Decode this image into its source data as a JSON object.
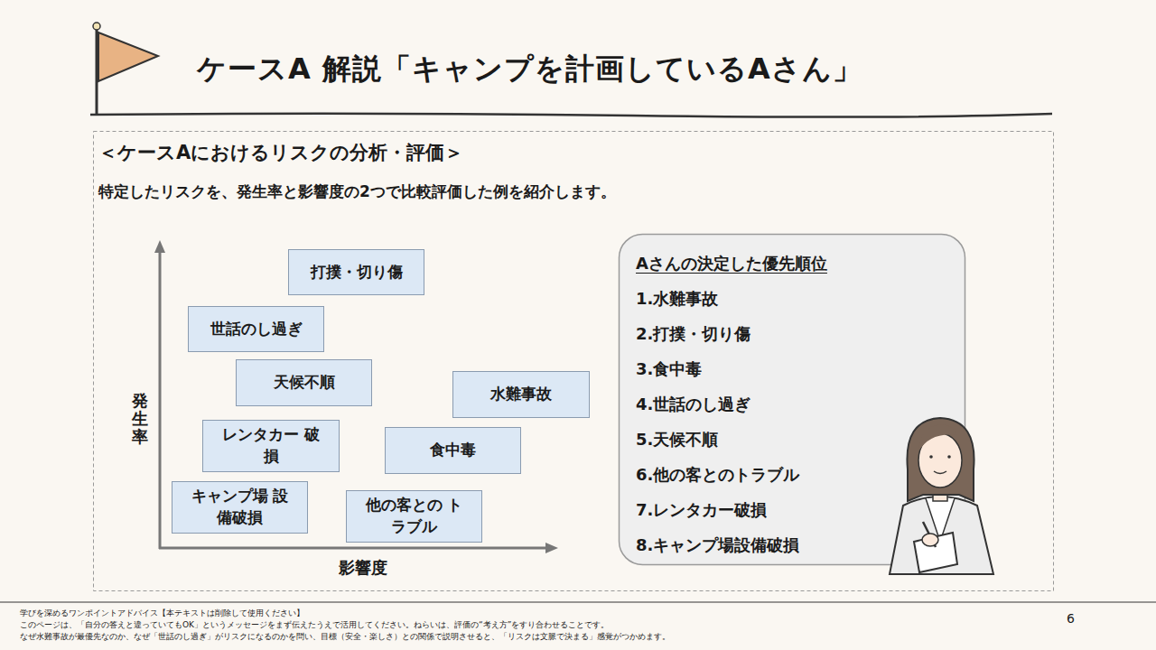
{
  "diagram": {
    "title": "ケースA 解説「キャンプを計画しているAさん」",
    "nodes": [
      {
        "text": [
          "＜ケースAにおけるリスクの分析・評価＞",
          "特定したリスクを、発生率と影響度の2つで比較評価した例を紹介します。"
        ]
      },
      {
        "text": [
          "打撲・切り傷"
        ],
        "in": 0
      },
      {
        "text": [
          "世話のし過ぎ"
        ],
        "in": 0
      },
      {
        "text": [
          "天候不順"
        ],
        "in": 0
      },
      {
        "text": [
          "水難事故"
        ],
        "in": 0
      },
      {
        "text": [
          "レンタカー 破損"
        ],
        "in": 0
      },
      {
        "text": [
          "食中毒"
        ],
        "in": 0
      },
      {
        "text": [
          "キャンプ場 設備破損"
        ],
        "in": 0
      },
      {
        "text": [
          "他の客との トラブル"
        ],
        "in": 0
      },
      {
        "text": [
          "Aさんの決定した優先順位",
          "1.水難事故",
          "2.打撲・切り傷",
          "3.食中毒",
          "4.世話のし過ぎ",
          "5.天候不順",
          "6.他の客とのトラブル",
          "7.レンタカー破損",
          "8.キャンプ場設備破損"
        ],
        "in": 0
      }
    ],
    "labels": [
      "発生率",
      "影響度",
      "学びを深めるワンポイントアドバイス【本テキストは削除して使用ください】",
      "このページは、「自分の答えと違っていてもOK」というメッセージをまず伝えたうえで活用してください。ねらいは、評価の“考え方”をすり合わせることです。",
      "なぜ水難事故が最優先なのか、なぜ「世話のし過ぎ」がリスクになるのかを問い、目標（安全・楽しさ）との関係で説明させると、「リスクは文脈で決まる」感覚がつかめます。",
      "6"
    ]
  }
}
